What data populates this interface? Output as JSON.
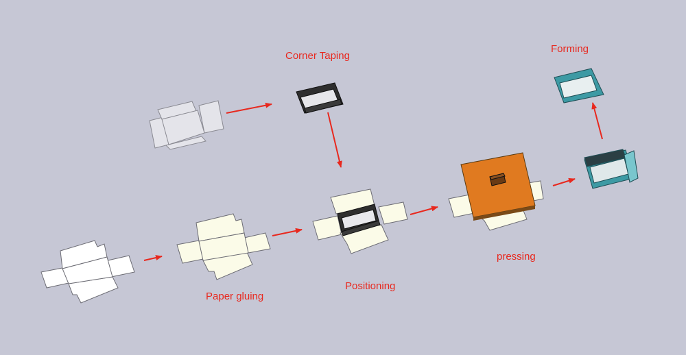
{
  "labels": {
    "corner_taping": "Corner Taping",
    "forming": "Forming",
    "paper_gluing": "Paper gluing",
    "positioning": "Positioning",
    "pressing": "pressing"
  },
  "colors": {
    "background": "#c6c7d5",
    "label": "#e8281e",
    "arrow": "#e8281e",
    "blank_flat": "#e6e6ec",
    "wrap_paper": "#ffffff",
    "glued_paper": "#fbfbe8",
    "rigid_box": "#2e2e2e",
    "press_plate": "#e07a20",
    "formed_box": "#3d9aa4"
  }
}
